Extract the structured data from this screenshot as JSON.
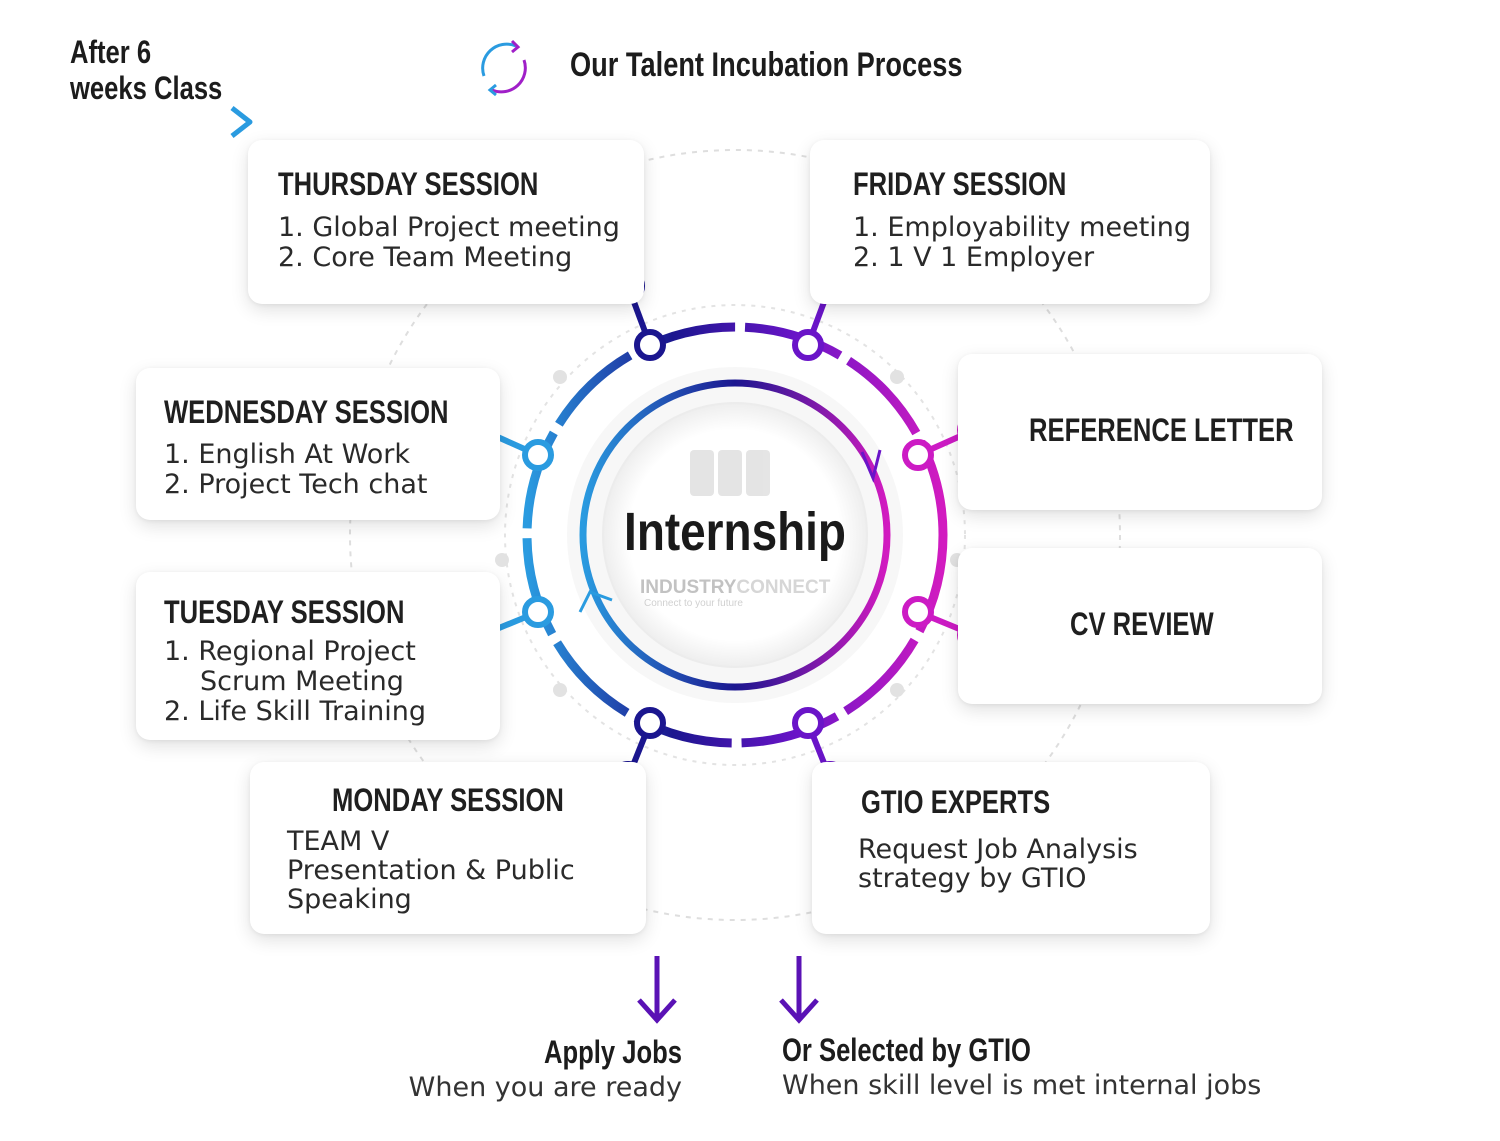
{
  "header": {
    "after_line1": "After 6",
    "after_line2": "weeks Class",
    "title": "Our Talent Incubation Process"
  },
  "center": {
    "title": "Internship",
    "logo_word1": "INDUSTRY",
    "logo_word2": "CONNECT",
    "logo_tagline": "Connect to your future"
  },
  "cards": {
    "thursday": {
      "title": "THURSDAY SESSION",
      "lines": [
        "1. Global Project meeting",
        "2. Core Team Meeting"
      ]
    },
    "friday": {
      "title": "FRIDAY SESSION",
      "lines": [
        "1. Employability meeting",
        "2. 1 V 1 Employer"
      ]
    },
    "wednesday": {
      "title": "WEDNESDAY SESSION",
      "lines": [
        "1. English At Work",
        "2. Project Tech chat"
      ]
    },
    "reference": {
      "title": "REFERENCE LETTER"
    },
    "tuesday": {
      "title": "TUESDAY SESSION",
      "lines": [
        "1. Regional Project",
        "Scrum Meeting",
        "2. Life Skill Training"
      ]
    },
    "cv": {
      "title": "CV REVIEW"
    },
    "monday": {
      "title": "MONDAY SESSION",
      "lines": [
        "TEAM V",
        "Presentation & Public",
        "Speaking"
      ]
    },
    "gtio": {
      "title": "GTIO EXPERTS",
      "lines": [
        "Request Job Analysis",
        "strategy by GTIO"
      ]
    }
  },
  "outcomes": {
    "apply_title": "Apply Jobs",
    "apply_sub": "When you are ready",
    "selected_title": "Or Selected by GTIO",
    "selected_sub": "When skill level is met internal jobs"
  },
  "colors": {
    "navy": "#1b168f",
    "purple": "#6a14c8",
    "magenta": "#cc1bc4",
    "blue": "#2a9be0"
  }
}
